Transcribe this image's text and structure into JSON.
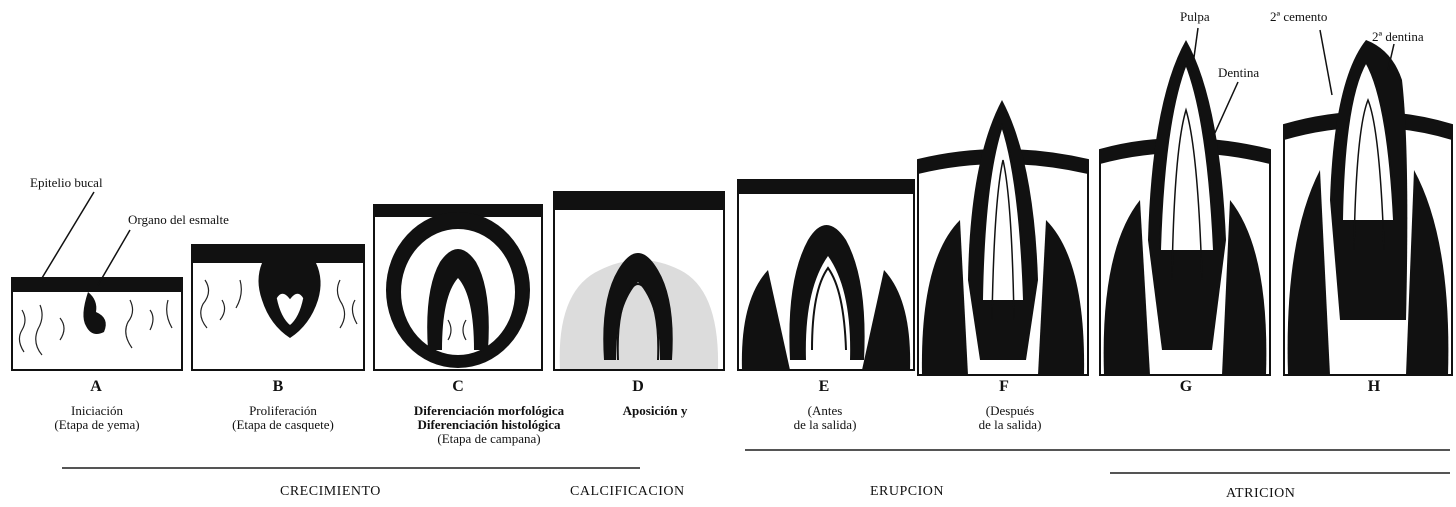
{
  "callouts": {
    "epitelio": "Epitelio bucal",
    "organo": "Organo del esmalte",
    "pulpa": "Pulpa",
    "dentina": "Dentina",
    "cemento2": "2ª cemento",
    "dentina2": "2ª dentina"
  },
  "stages": [
    {
      "letter": "A",
      "caption": [
        "Iniciación",
        "(Etapa de yema)"
      ]
    },
    {
      "letter": "B",
      "caption": [
        "Proliferación",
        "(Etapa de casquete)"
      ]
    },
    {
      "letter": "C",
      "caption": [
        "Diferenciación morfológica",
        "Diferenciación histológica",
        "(Etapa de campana)"
      ]
    },
    {
      "letter": "D",
      "caption": [
        "Aposición y"
      ]
    },
    {
      "letter": "E",
      "caption": [
        "(Antes",
        "de la salida)"
      ]
    },
    {
      "letter": "F",
      "caption": [
        "(Después",
        "de la salida)"
      ]
    },
    {
      "letter": "G",
      "caption": []
    },
    {
      "letter": "H",
      "caption": []
    }
  ],
  "phases": {
    "crecimiento": "CRECIMIENTO",
    "calcificacion": "CALCIFICACION",
    "erupcion": "ERUPCION",
    "atricion": "ATRICION"
  }
}
